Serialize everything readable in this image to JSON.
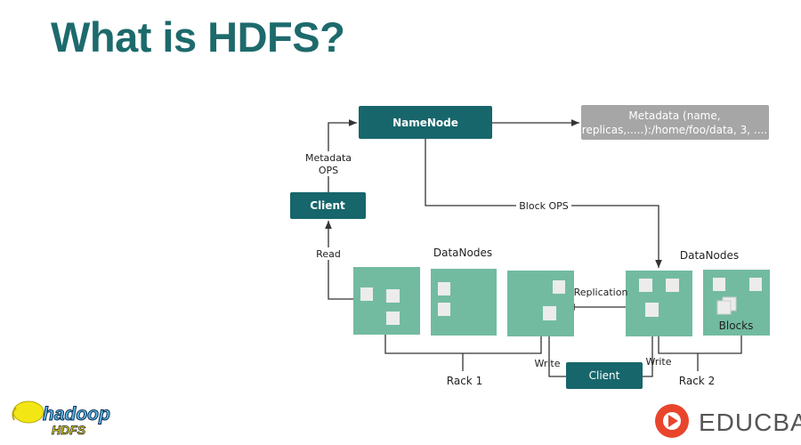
{
  "title": "What is HDFS?",
  "diagram": {
    "namenode": "NameNode",
    "metadata_line1": "Metadata (name,",
    "metadata_line2": "replicas,.....):/home/foo/data, 3, ....",
    "metadata_ops_line1": "Metadata",
    "metadata_ops_line2": "OPS",
    "client_top": "Client",
    "client_bottom": "Client",
    "block_ops": "Block OPS",
    "read": "Read",
    "datanodes_left": "DataNodes",
    "datanodes_right": "DataNodes",
    "replication": "Replication",
    "blocks": "Blocks",
    "write_left": "Write",
    "write_right": "Write",
    "rack1": "Rack 1",
    "rack2": "Rack 2"
  },
  "logos": {
    "hadoop": "hadoop HDFS",
    "educba": "EDUCBA"
  },
  "colors": {
    "teal": "#17666b",
    "datanode": "#72bba1",
    "metadata": "#a6a6a6",
    "title": "#1d6a6c",
    "educba": "#e8452c"
  }
}
